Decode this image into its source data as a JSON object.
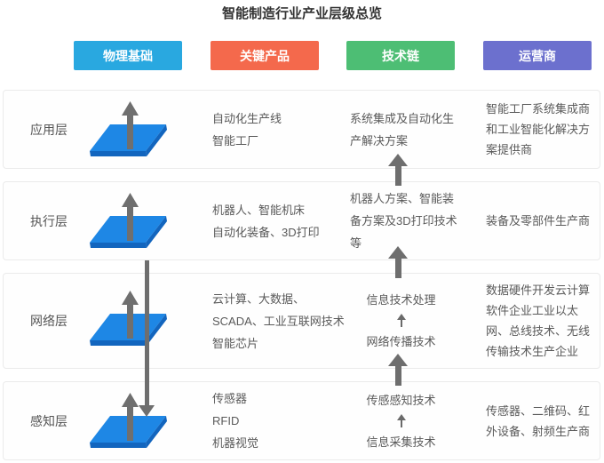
{
  "title": "智能制造行业产业层级总览",
  "colors": {
    "physical": "#29A8E0",
    "product": "#F4694C",
    "tech": "#4DBE74",
    "operator": "#6C70CE",
    "platform_top": "#1E87E5",
    "platform_front": "#1265BE",
    "arrow": "#6F6F6F"
  },
  "columns": [
    {
      "label": "物理基础"
    },
    {
      "label": "关键产品"
    },
    {
      "label": "技术链"
    },
    {
      "label": "运营商"
    }
  ],
  "rows": [
    {
      "layer": "应用层",
      "products": [
        "自动化生产线",
        "智能工厂"
      ],
      "tech": [
        "系统集成及自动化生",
        "产解决方案"
      ],
      "operators": [
        "智能工厂系统集成商",
        "和工业智能化解决方",
        "案提供商"
      ]
    },
    {
      "layer": "执行层",
      "products": [
        "机器人、智能机床",
        "自动化装备、3D打印"
      ],
      "tech": [
        "机器人方案、智能装",
        "备方案及3D打印技术",
        "等"
      ],
      "operators": [
        "装备及零部件生产商"
      ]
    },
    {
      "layer": "网络层",
      "products": [
        "云计算、大数据、",
        "SCADA、工业互联网技术",
        "智能芯片"
      ],
      "tech_top": "信息技术处理",
      "tech_bottom": "网络传播技术",
      "operators": [
        "数据硬件开发云计算",
        "软件企业工业以太",
        "网、总线技术、无线",
        "传输技术生产企业"
      ]
    },
    {
      "layer": "感知层",
      "products": [
        "传感器",
        "RFID",
        "机器视觉"
      ],
      "tech_top": "传感感知技术",
      "tech_bottom": "信息采集技术",
      "operators": [
        "传感器、二维码、红",
        "外设备、射频生产商"
      ]
    }
  ]
}
